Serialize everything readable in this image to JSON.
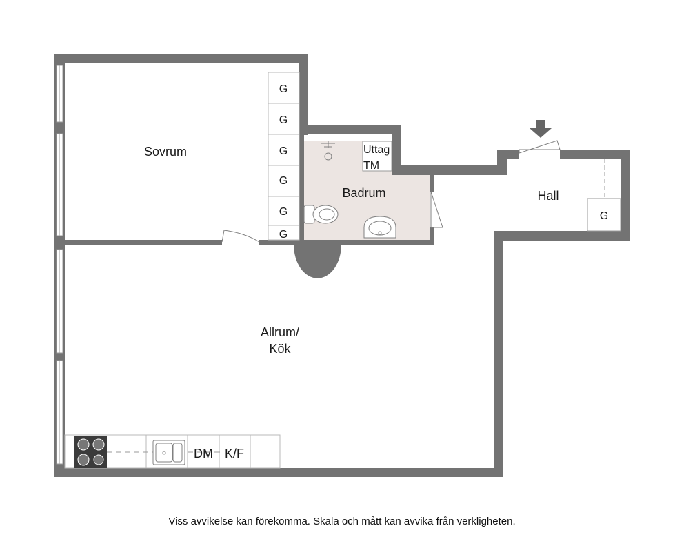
{
  "rooms": {
    "bedroom": "Sovrum",
    "bathroom": "Badrum",
    "hall": "Hall",
    "living_line1": "Allrum/",
    "living_line2": "Kök"
  },
  "wardrobe_label": "G",
  "bathroom_fixtures": {
    "utility_line1": "Uttag",
    "utility_line2": "TM"
  },
  "kitchen": {
    "dishwasher": "DM",
    "fridge_freezer": "K/F"
  },
  "disclaimer": "Viss avvikelse kan förekomma. Skala och mått kan avvika från verkligheten.",
  "colors": {
    "wall": "#737373",
    "bathroom_floor": "#ece5e2",
    "stove": "#3b3b3b"
  }
}
